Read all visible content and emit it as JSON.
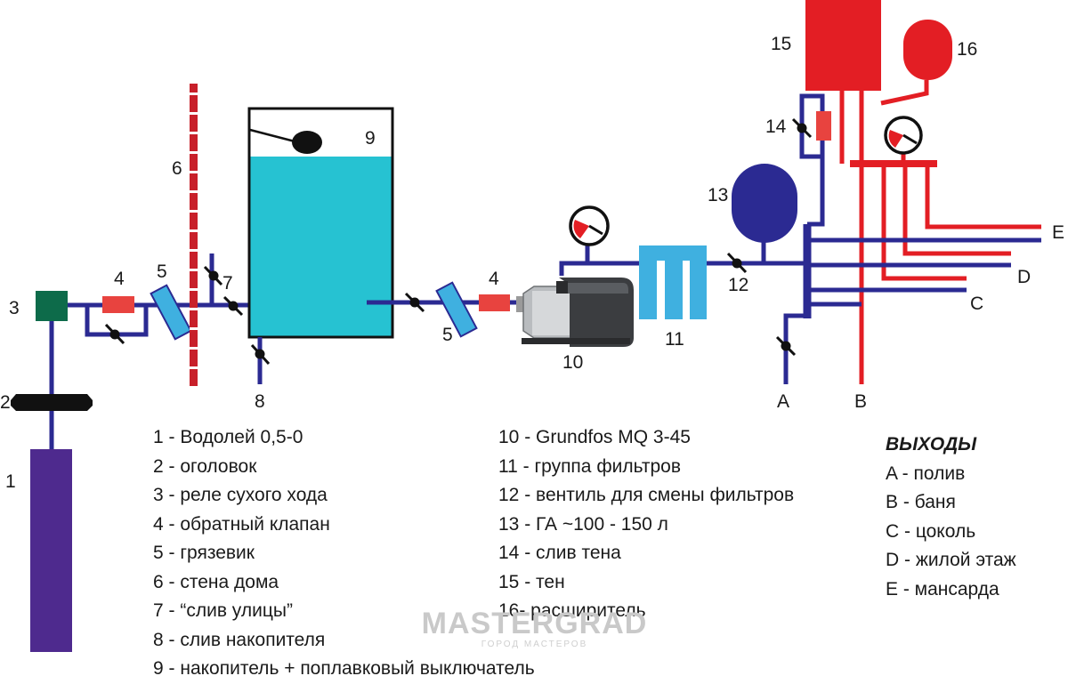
{
  "colors": {
    "pipe_blue": "#2b2a92",
    "pipe_red": "#e31e24",
    "pump_body_purple": "#4e2a8e",
    "relay_green": "#0d6b4a",
    "check_valve_red": "#e8433f",
    "strainer_blue": "#3fb0e0",
    "filter_blue": "#3fb0e0",
    "tank_water": "#26c2d2",
    "accumulator_blue": "#2b2a92",
    "heater_red": "#e31e24",
    "wall_red": "#c8202a"
  },
  "labels": {
    "n1": "1",
    "n2": "2",
    "n3": "3",
    "n4a": "4",
    "n4b": "4",
    "n5a": "5",
    "n5b": "5",
    "n6": "6",
    "n7": "7",
    "n8": "8",
    "n9": "9",
    "n10": "10",
    "n11": "11",
    "n12": "12",
    "n13": "13",
    "n14": "14",
    "n15": "15",
    "n16": "16",
    "outA": "A",
    "outB": "B",
    "outC": "C",
    "outD": "D",
    "outE": "E"
  },
  "legend_col1": [
    "1 - Водолей 0,5-0",
    "2 - оголовок",
    "3 - реле сухого хода",
    "4 - обратный клапан",
    "5 - грязевик",
    "6 - стена дома",
    "7 - “слив улицы”",
    "8 - слив накопителя",
    "9 - накопитель + поплавковый выключатель"
  ],
  "legend_col2": [
    "10 - Grundfos MQ 3-45",
    "11 - группа фильтров",
    "12 - вентиль для смены фильтров",
    "13 - ГА ~100 - 150 л",
    "14 - слив тена",
    "15 - тен",
    "16- расширитель"
  ],
  "outputs": {
    "title": "ВЫХОДЫ",
    "items": [
      "A - полив",
      "B - баня",
      "C - цоколь",
      "D - жилой этаж",
      "E - мансарда"
    ]
  },
  "watermark": {
    "main": "MASTERGRAD",
    "sub": "ГОРОД МАСТЕРОВ"
  }
}
